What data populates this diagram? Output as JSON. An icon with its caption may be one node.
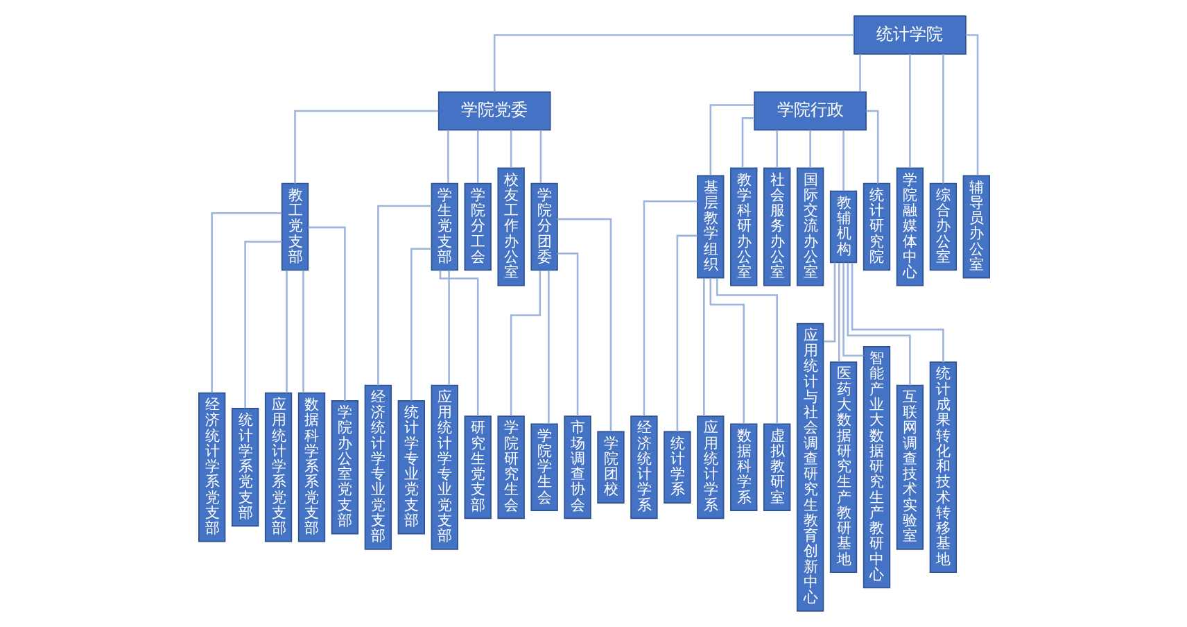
{
  "diagram": {
    "nodes": [
      {
        "text": [
          "统计学院"
        ]
      },
      {
        "text": [
          "学院党委"
        ]
      },
      {
        "text": [
          "学院行政"
        ]
      },
      {
        "text": [
          "教工党支部"
        ]
      },
      {
        "text": [
          "学生党支部"
        ]
      },
      {
        "text": [
          "学院分工会"
        ]
      },
      {
        "text": [
          "校友工作办公室"
        ]
      },
      {
        "text": [
          "学院分团委"
        ]
      },
      {
        "text": [
          "学院融媒体中心"
        ]
      },
      {
        "text": [
          "综合办公室"
        ]
      },
      {
        "text": [
          "辅导员办公室"
        ]
      },
      {
        "text": [
          "基层教学组织"
        ]
      },
      {
        "text": [
          "教学科研办公室"
        ]
      },
      {
        "text": [
          "社会服务办公室"
        ]
      },
      {
        "text": [
          "国际交流办公室"
        ]
      },
      {
        "text": [
          "教辅机构"
        ]
      },
      {
        "text": [
          "统计研究院"
        ]
      },
      {
        "text": [
          "经济统计学系党支部"
        ]
      },
      {
        "text": [
          "统计学系党支部"
        ]
      },
      {
        "text": [
          "应用统计学系党支部"
        ]
      },
      {
        "text": [
          "数据科学系系党支部"
        ]
      },
      {
        "text": [
          "学院办公室党支部"
        ]
      },
      {
        "text": [
          "经济统计学专业党支部"
        ]
      },
      {
        "text": [
          "统计学专业党支部"
        ]
      },
      {
        "text": [
          "应用统计学专业党支部"
        ]
      },
      {
        "text": [
          "研究生党支部"
        ]
      },
      {
        "text": [
          "学院研究生会"
        ]
      },
      {
        "text": [
          "学院学生会"
        ]
      },
      {
        "text": [
          "市场调查协会"
        ]
      },
      {
        "text": [
          "学院团校"
        ]
      },
      {
        "text": [
          "经济统计学系"
        ]
      },
      {
        "text": [
          "统计学系"
        ]
      },
      {
        "text": [
          "应用统计学系"
        ]
      },
      {
        "text": [
          "数据科学系"
        ]
      },
      {
        "text": [
          "虚拟教研室"
        ]
      },
      {
        "text": [
          "应用统计与社会调查研究生教育创新中心"
        ]
      },
      {
        "text": [
          "医药大数据研究生产教研基地"
        ]
      },
      {
        "text": [
          "智能产业大数据研究生产教研中心"
        ]
      },
      {
        "text": [
          "互联网调查技术实验室"
        ]
      },
      {
        "text": [
          "统计成果转化和技术转移基地"
        ]
      }
    ],
    "edges": [
      {
        "from": 0,
        "to": 1,
        "arrow": "none"
      },
      {
        "from": 0,
        "to": 2,
        "arrow": "none"
      },
      {
        "from": 0,
        "to": 8,
        "arrow": "none"
      },
      {
        "from": 0,
        "to": 9,
        "arrow": "none"
      },
      {
        "from": 0,
        "to": 10,
        "arrow": "none"
      },
      {
        "from": 1,
        "to": 3,
        "arrow": "none"
      },
      {
        "from": 1,
        "to": 4,
        "arrow": "none"
      },
      {
        "from": 1,
        "to": 5,
        "arrow": "none"
      },
      {
        "from": 1,
        "to": 6,
        "arrow": "none"
      },
      {
        "from": 1,
        "to": 7,
        "arrow": "none"
      },
      {
        "from": 2,
        "to": 11,
        "arrow": "none"
      },
      {
        "from": 2,
        "to": 12,
        "arrow": "none"
      },
      {
        "from": 2,
        "to": 13,
        "arrow": "none"
      },
      {
        "from": 2,
        "to": 14,
        "arrow": "none"
      },
      {
        "from": 2,
        "to": 15,
        "arrow": "none"
      },
      {
        "from": 2,
        "to": 16,
        "arrow": "none"
      },
      {
        "from": 3,
        "to": 17,
        "arrow": "none"
      },
      {
        "from": 3,
        "to": 18,
        "arrow": "none"
      },
      {
        "from": 3,
        "to": 19,
        "arrow": "none"
      },
      {
        "from": 3,
        "to": 20,
        "arrow": "none"
      },
      {
        "from": 3,
        "to": 21,
        "arrow": "none"
      },
      {
        "from": 4,
        "to": 22,
        "arrow": "none"
      },
      {
        "from": 4,
        "to": 23,
        "arrow": "none"
      },
      {
        "from": 4,
        "to": 24,
        "arrow": "none"
      },
      {
        "from": 4,
        "to": 25,
        "arrow": "none"
      },
      {
        "from": 7,
        "to": 26,
        "arrow": "none"
      },
      {
        "from": 7,
        "to": 27,
        "arrow": "none"
      },
      {
        "from": 7,
        "to": 28,
        "arrow": "none"
      },
      {
        "from": 7,
        "to": 29,
        "arrow": "none"
      },
      {
        "from": 11,
        "to": 30,
        "arrow": "none"
      },
      {
        "from": 11,
        "to": 31,
        "arrow": "none"
      },
      {
        "from": 11,
        "to": 32,
        "arrow": "none"
      },
      {
        "from": 11,
        "to": 33,
        "arrow": "none"
      },
      {
        "from": 11,
        "to": 34,
        "arrow": "none"
      },
      {
        "from": 15,
        "to": 35,
        "arrow": "none"
      },
      {
        "from": 15,
        "to": 36,
        "arrow": "none"
      },
      {
        "from": 15,
        "to": 37,
        "arrow": "none"
      },
      {
        "from": 15,
        "to": 38,
        "arrow": "none"
      },
      {
        "from": 15,
        "to": 39,
        "arrow": "none"
      }
    ]
  }
}
